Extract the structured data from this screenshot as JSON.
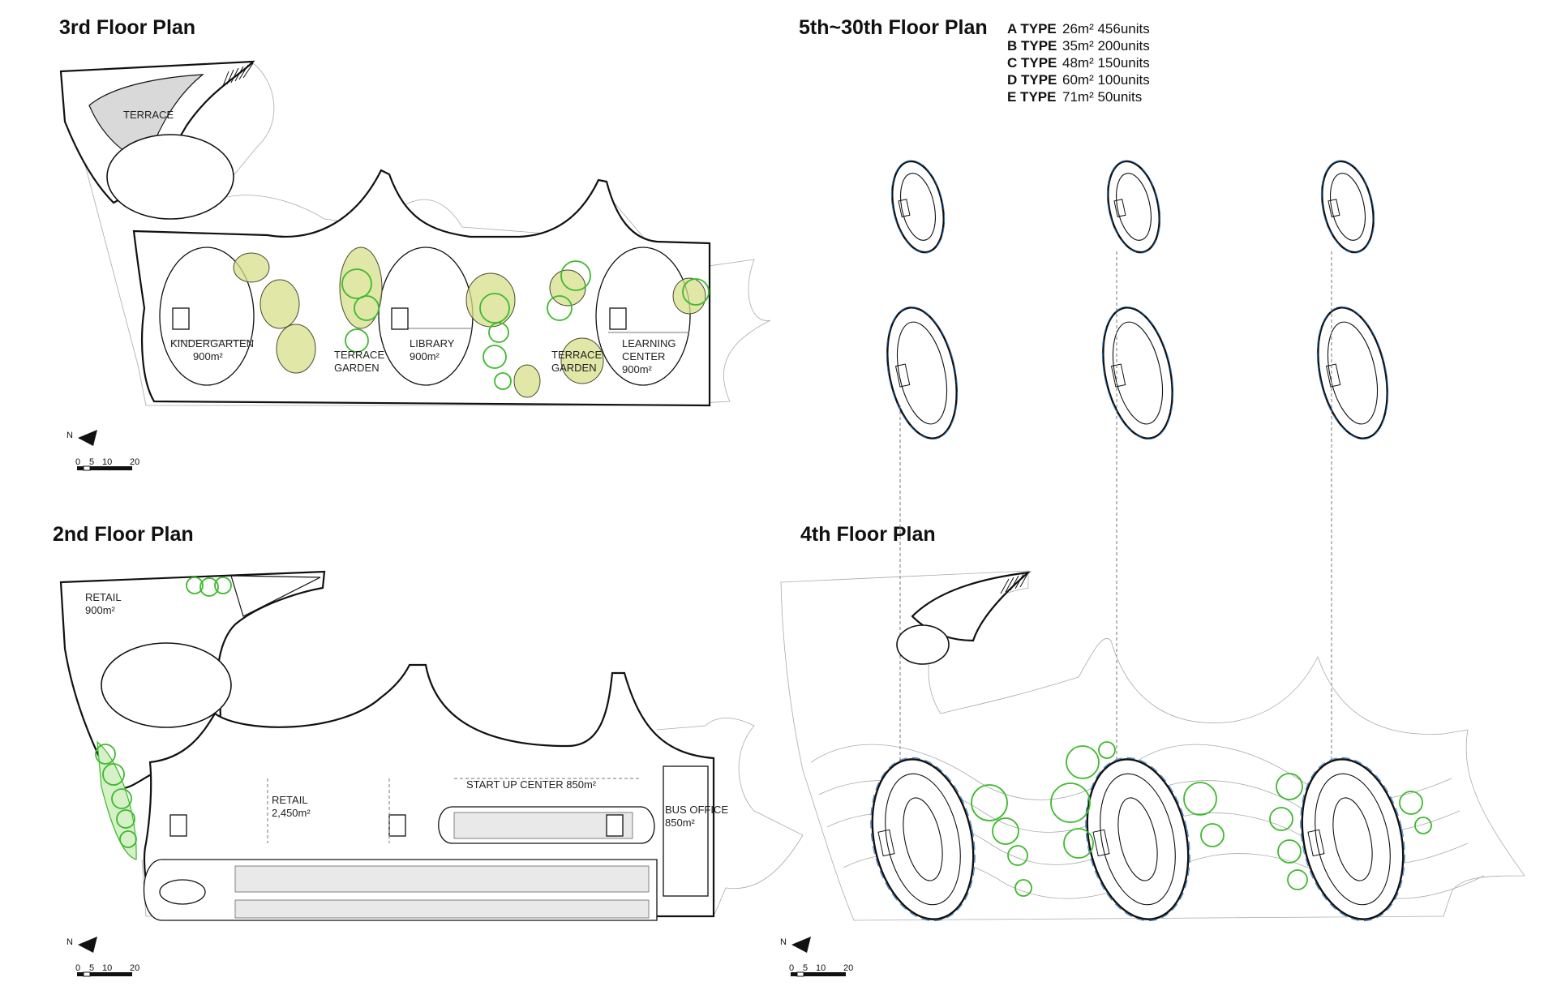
{
  "titles": {
    "third_floor": "3rd Floor Plan",
    "typical_floor": "5th~30th Floor Plan",
    "second_floor": "2nd Floor Plan",
    "fourth_floor": "4th Floor Plan"
  },
  "unit_legend": [
    {
      "type": "A TYPE",
      "spec": "26m² 456units"
    },
    {
      "type": "B TYPE",
      "spec": "35m² 200units"
    },
    {
      "type": "C TYPE",
      "spec": "48m² 150units"
    },
    {
      "type": "D TYPE",
      "spec": "60m² 100units"
    },
    {
      "type": "E TYPE",
      "spec": "71m² 50units"
    }
  ],
  "third_floor_rooms": {
    "terrace": "TERRACE",
    "kindergarten": "KINDERGARTEN",
    "kindergarten_area": "900m²",
    "terrace_garden_1_a": "TERRACE",
    "terrace_garden_1_b": "GARDEN",
    "library": "LIBRARY",
    "library_area": "900m²",
    "terrace_garden_2_a": "TERRACE",
    "terrace_garden_2_b": "GARDEN",
    "learning_a": "LEARNING",
    "learning_b": "CENTER",
    "learning_area": "900m²"
  },
  "second_floor_rooms": {
    "retail_small": "RETAIL",
    "retail_small_area": "900m²",
    "retail_large": "RETAIL",
    "retail_large_area": "2,450m²",
    "startup": "START UP CENTER 850m²",
    "bus_office": "BUS OFFICE",
    "bus_office_area": "850m²"
  },
  "north_label": "N",
  "scale_bar": {
    "t0": "0",
    "t1": "5",
    "t2": "10",
    "t3": "20"
  },
  "colors": {
    "tree": "#3dba2c",
    "garden": "#d6df8a",
    "glazing": "#2f7fd0"
  }
}
